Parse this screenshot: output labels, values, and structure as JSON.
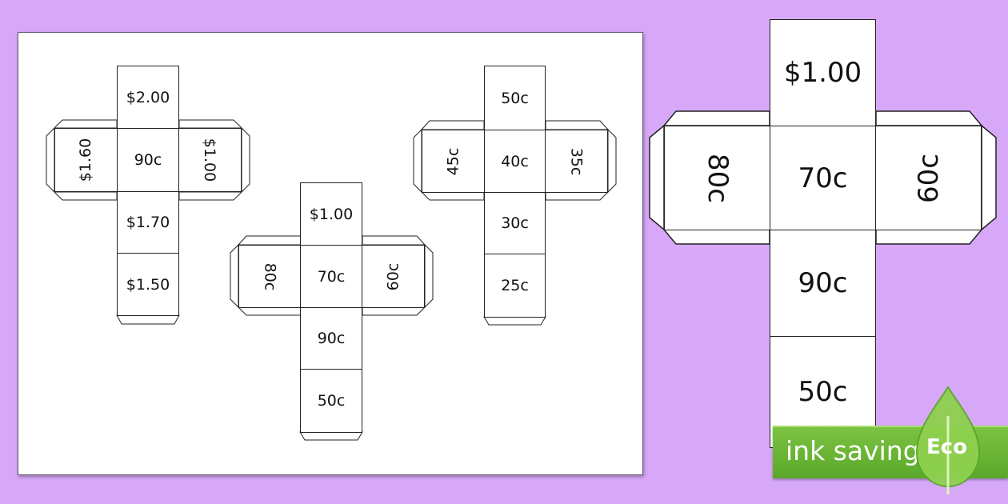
{
  "page": {
    "background_color": "#d8a8f8",
    "sheet_color": "#ffffff"
  },
  "net1": {
    "top": "$2.00",
    "left": "$1.60",
    "center": "90c",
    "right": "$1.00",
    "below": "$1.70",
    "bottom": "$1.50"
  },
  "net2": {
    "top": "$1.00",
    "left": "80c",
    "center": "70c",
    "right": "60c",
    "below": "90c",
    "bottom": "50c"
  },
  "net3": {
    "top": "50c",
    "left": "45c",
    "center": "40c",
    "right": "35c",
    "below": "30c",
    "bottom": "25c"
  },
  "big_net": {
    "top": "$1.00",
    "left": "80c",
    "center": "70c",
    "right": "60c",
    "below": "90c",
    "bottom": "50c"
  },
  "eco_badge": {
    "text": "ink saving",
    "label": "Eco",
    "color": "#6cb535",
    "leaf_icon": "leaf-icon"
  }
}
